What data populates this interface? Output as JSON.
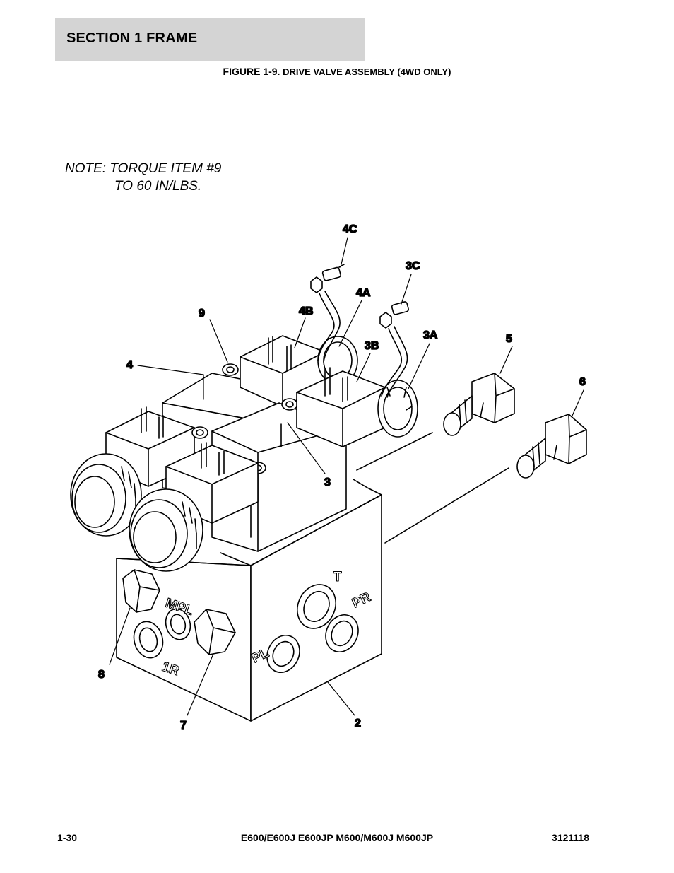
{
  "header": {
    "section": "SECTION 1  FRAME",
    "figure_prefix": "FIGURE 1-9.",
    "figure_caption": "DRIVE VALVE ASSEMBLY (4WD ONLY)"
  },
  "note": {
    "line1": "NOTE: TORQUE ITEM #9",
    "line2": "TO 60 IN/LBS."
  },
  "callouts": {
    "c4C": "4C",
    "c3C": "3C",
    "c4A": "4A",
    "c9": "9",
    "c4B": "4B",
    "c3A": "3A",
    "c3B": "3B",
    "c5": "5",
    "c4": "4",
    "c6": "6",
    "c3": "3",
    "c8": "8",
    "c7": "7",
    "c2": "2"
  },
  "port_labels": {
    "t": "T",
    "pr": "PR",
    "mpl": "MPL",
    "pl": "PL",
    "r1": "1R"
  },
  "footer": {
    "page": "1-30",
    "models": "E600/E600J E600JP M600/M600J M600JP",
    "doc_number": "3121118"
  }
}
